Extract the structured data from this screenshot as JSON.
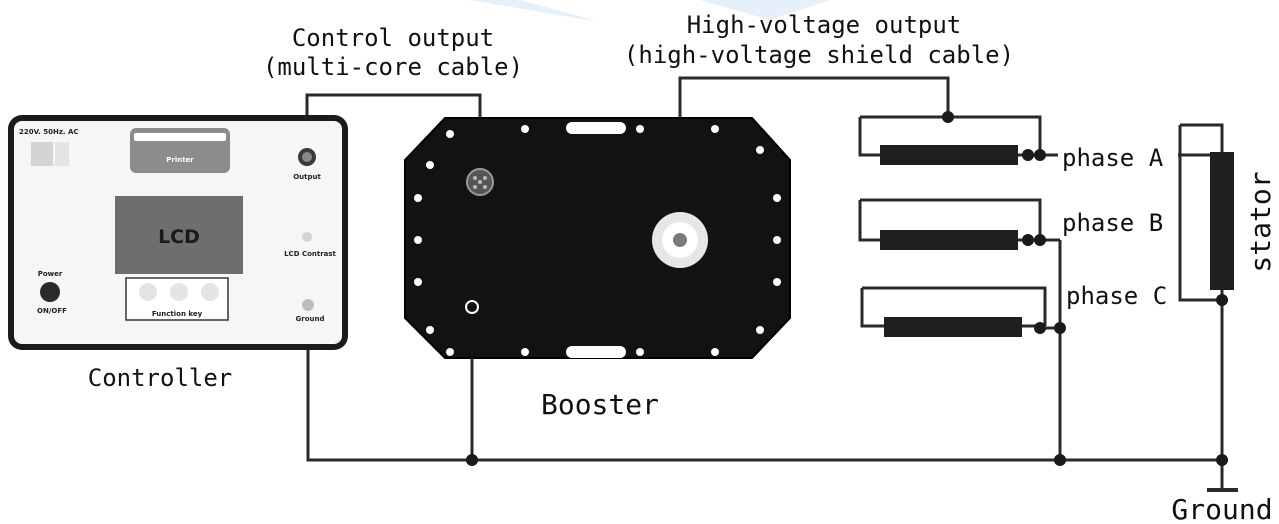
{
  "labels": {
    "control_output": [
      "Control output",
      "(multi-core cable)"
    ],
    "hv_output": [
      "High-voltage output",
      "(high-voltage shield cable)"
    ],
    "controller": "Controller",
    "booster": "Booster",
    "stator": "stator",
    "ground": "Ground",
    "phase_a": "phase A",
    "phase_b": "phase B",
    "phase_c": "phase C"
  },
  "controller_panel": {
    "supply": "220V. 50Hz. AC",
    "printer": "Printer",
    "output": "Output",
    "lcd": "LCD",
    "lcd_contrast": "LCD Contrast",
    "power": "Power",
    "on_off": "ON/OFF",
    "function_key": "Function key",
    "ground": "Ground"
  }
}
